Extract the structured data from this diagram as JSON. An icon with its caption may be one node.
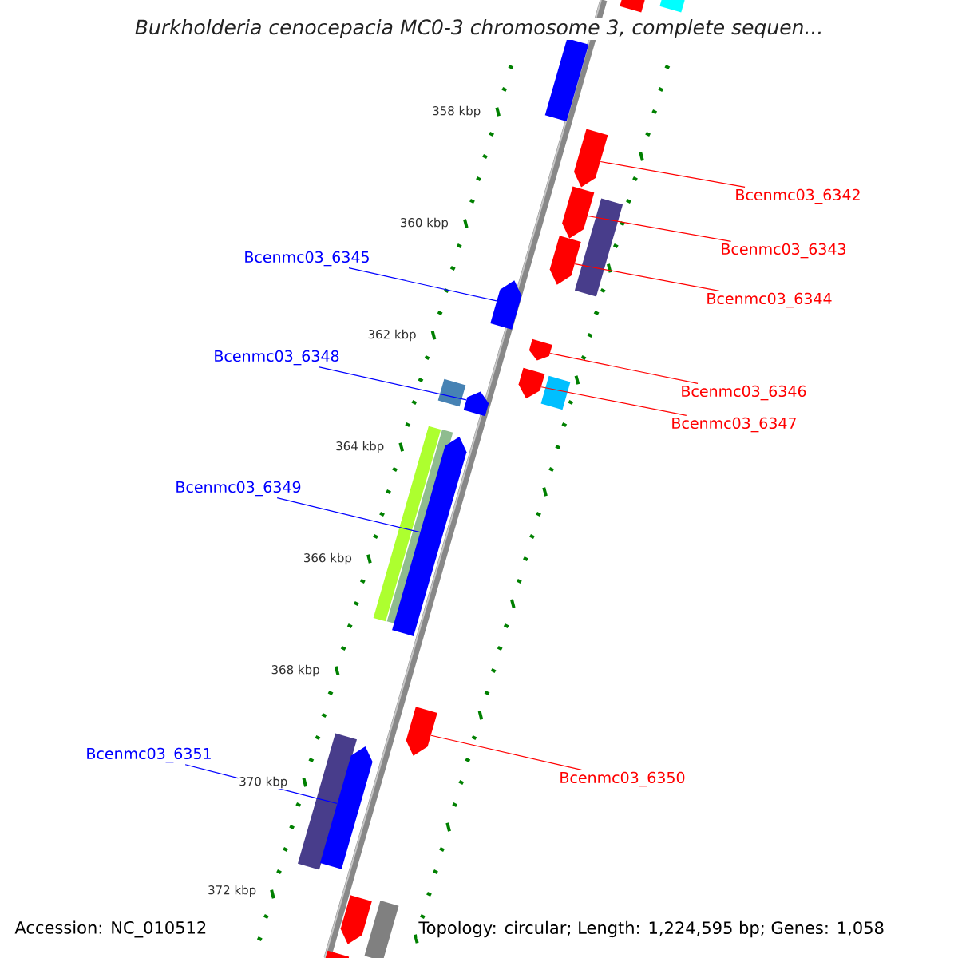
{
  "diagram": {
    "title": "Burkholderia cenocepacia MC0-3 chromosome 3, complete sequen...",
    "nodes": [
      {
        "text": [
          "Bcenmc03_6342"
        ]
      },
      {
        "text": [
          "Bcenmc03_6343"
        ]
      },
      {
        "text": [
          "Bcenmc03_6345"
        ]
      },
      {
        "text": [
          "Bcenmc03_6344"
        ]
      },
      {
        "text": [
          "Bcenmc03_6348"
        ]
      },
      {
        "text": [
          "Bcenmc03_6346"
        ]
      },
      {
        "text": [
          "Bcenmc03_6347"
        ]
      },
      {
        "text": [
          "Bcenmc03_6349"
        ]
      },
      {
        "text": [
          "Bcenmc03_6351"
        ]
      },
      {
        "text": [
          "Bcenmc03_6350"
        ]
      },
      {
        "text": [],
        "shape": "bar"
      },
      {
        "text": [],
        "shape": "bar"
      },
      {
        "text": [],
        "shape": "bar"
      },
      {
        "text": [],
        "shape": "arrow"
      },
      {
        "text": [],
        "shape": "arrow"
      },
      {
        "text": [],
        "shape": "bar"
      },
      {
        "text": [],
        "shape": "arrow"
      },
      {
        "text": [],
        "shape": "arrow"
      },
      {
        "text": [],
        "shape": "arrow"
      },
      {
        "text": [],
        "shape": "arrow"
      },
      {
        "text": [],
        "shape": "bar"
      },
      {
        "text": [],
        "shape": "bar"
      },
      {
        "text": [],
        "shape": "arrow"
      },
      {
        "text": [],
        "shape": "bar"
      },
      {
        "text": [],
        "shape": "bar"
      },
      {
        "text": [],
        "shape": "arrow"
      },
      {
        "text": [],
        "shape": "arrow"
      },
      {
        "text": [],
        "shape": "bar"
      },
      {
        "text": [],
        "shape": "arrow"
      },
      {
        "text": [],
        "shape": "arrow"
      },
      {
        "text": [],
        "shape": "bar"
      },
      {
        "text": [],
        "shape": "bar"
      }
    ],
    "edges": [
      {
        "from": 0,
        "to": 13,
        "arrow": "none"
      },
      {
        "from": 1,
        "to": 14,
        "arrow": "none"
      },
      {
        "from": 2,
        "to": 17,
        "arrow": "none",
        "color": "#0000ff"
      },
      {
        "from": 3,
        "to": 16,
        "arrow": "none"
      },
      {
        "from": 4,
        "to": 22,
        "arrow": "none",
        "color": "#0000ff"
      },
      {
        "from": 5,
        "to": 18,
        "arrow": "none"
      },
      {
        "from": 6,
        "to": 19,
        "arrow": "none"
      },
      {
        "from": 7,
        "to": 25,
        "arrow": "none",
        "color": "#0000ff"
      },
      {
        "from": 8,
        "to": 28,
        "arrow": "none",
        "color": "#0000ff"
      },
      {
        "from": 9,
        "to": 26,
        "arrow": "none"
      }
    ],
    "labels": [
      "358 kbp",
      "360 kbp",
      "362 kbp",
      "364 kbp",
      "366 kbp",
      "368 kbp",
      "370 kbp",
      "372 kbp",
      "Accession: NC_010512",
      "Topology: circular; Length: 1,224,595 bp; Genes: 1,058"
    ]
  }
}
